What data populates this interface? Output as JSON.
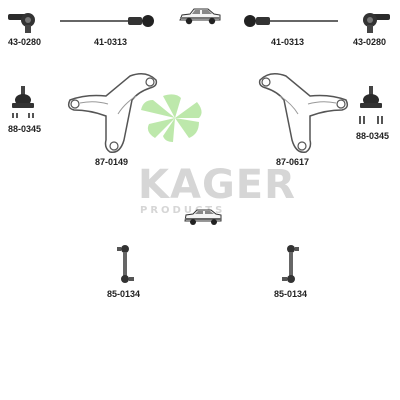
{
  "parts": {
    "tie_rod_end_left": "43-0280",
    "tie_rod_end_right": "43-0280",
    "axial_joint_left": "41-0313",
    "axial_joint_right": "41-0313",
    "ball_joint_left": "88-0345",
    "ball_joint_right": "88-0345",
    "control_arm_left": "87-0149",
    "control_arm_right": "87-0617",
    "stabilizer_link_left": "85-0134",
    "stabilizer_link_right": "85-0134"
  },
  "watermark": {
    "brand": "KAGER",
    "sub": "PRODUCTS"
  },
  "colors": {
    "part_dark": "#2b2b2b",
    "part_outline": "#555555",
    "logo_green": "#b6e6a2",
    "watermark_gray": "#d6d6d6"
  },
  "icons": {
    "car_top": "car-icon",
    "car_middle": "car-icon"
  }
}
